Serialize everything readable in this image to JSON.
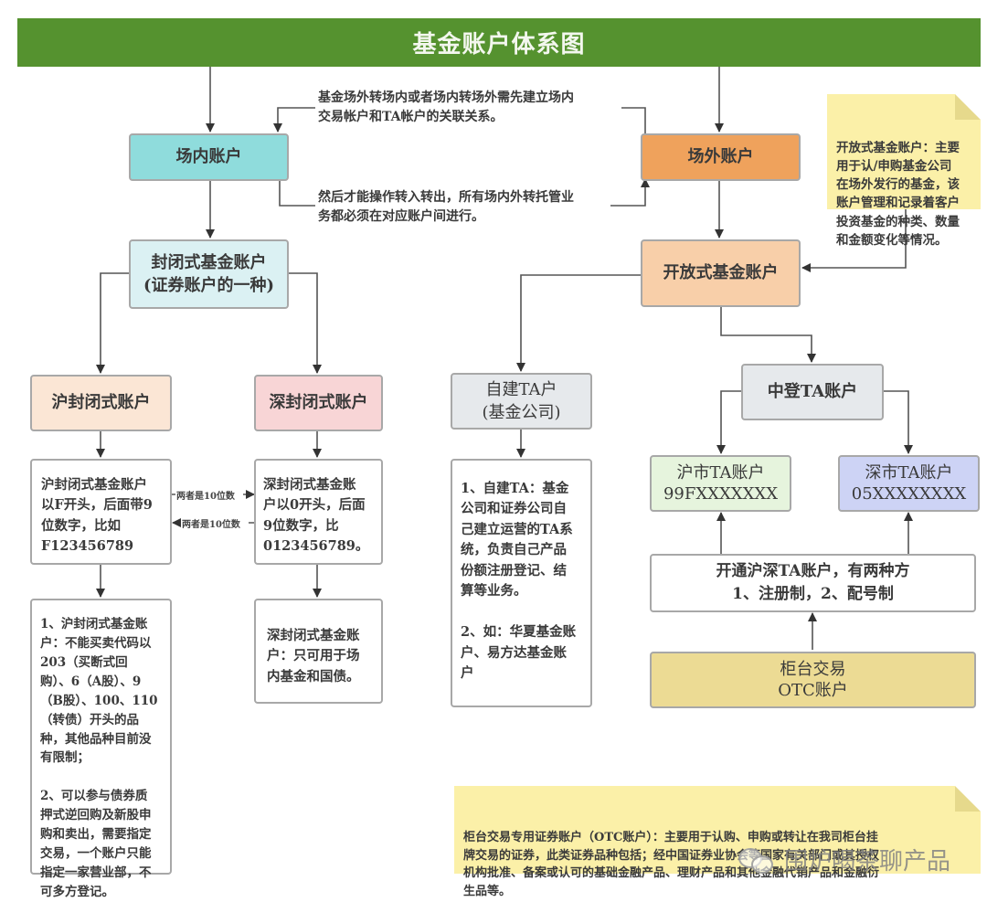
{
  "title": "基金账户体系图",
  "nodes": {
    "exchange_account": "场内账户",
    "otc_account": "场外账户",
    "closed_fund_account": "封闭式基金账户\n(证券账户的一种)",
    "open_fund_account": "开放式基金账户",
    "sh_closed_account": "沪封闭式账户",
    "sz_closed_account": "深封闭式账户",
    "sh_closed_desc": "沪封闭式基金账户\n以F开头，后面带9\n位数字，比如\nF123456789",
    "sz_closed_desc": "深封闭式基金账\n户以0开头，后面\n9位数字，比\n0123456789。",
    "sh_closed_rules": "1、沪封闭式基金账\n户：不能买卖代码以\n203（买断式回\n购）、6（A股）、9\n（B股）、100、110\n（转债）开头的品\n种，其他品种目前没\n有限制；\n\n2、可以参与债券质\n押式逆回购及新股申\n购和卖出，需要指定\n交易，一个账户只能\n指定一家营业部，不\n可多方登记。",
    "sz_closed_rules": "深封闭式基金账\n户：只可用于场\n内基金和国债。",
    "self_ta": "自建TA户\n(基金公司)",
    "self_ta_desc": "1、自建TA：基金\n公司和证券公司自\n己建立运营的TA系\n统，负责自己产品\n份额注册登记、结\n算等业务。\n\n2、如：华夏基金账\n户、易方达基金账\n户",
    "csdc_ta": "中登TA账户",
    "sh_ta": "沪市TA账户\n99FXXXXXXX",
    "sz_ta": "深市TA账户\n05XXXXXXXX",
    "open_ta_methods": "开通沪深TA账户，有两种方\n1、注册制，2、配号制",
    "counter_otc": "柜台交易\nOTC账户"
  },
  "connector_labels": {
    "transfer_top": "基金场外转场内或者场内转场外需先建立场内\n交易帐户和TA帐户的关联关系。",
    "transfer_bottom": "然后才能操作转入转出，所有场内外转托管业\n务都必须在对应账户间进行。",
    "ten_digits_right": "两者是10位数",
    "ten_digits_left": "两者是10位数"
  },
  "notes": {
    "open_fund_note": "开放式基金账户：主要\n用于认/申购基金公司\n在场外发行的基金，该\n账户管理和记录着客户\n投资基金的种类、数量\n和金额变化等情况。",
    "otc_note": "柜台交易专用证券账户（OTC账户）：主要用于认购、申购或转让在我司柜台挂\n牌交易的证券，此类证券品种包括；经中国证券业协会等国家有关部门或其授权\n机构批准、备案或认可的基础金融产品、理财产品和其他金融代销产品和金融衍\n生品等。"
  },
  "watermark": "围炉喝茶聊产品",
  "colors": {
    "banner": "#55922f",
    "exchange_account": "#8fdcdc",
    "otc_account": "#efa25c",
    "closed_fund_account": "#dbf1f3",
    "open_fund_account": "#f8cfa9",
    "sh_closed_account": "#fbe6d5",
    "sz_closed_account": "#f8d5d6",
    "gray_node": "#e6e9ec",
    "sh_ta": "#e6f4dd",
    "sz_ta": "#cdd3f5",
    "counter_otc": "#ecdb94",
    "note": "#fbf0a8"
  }
}
